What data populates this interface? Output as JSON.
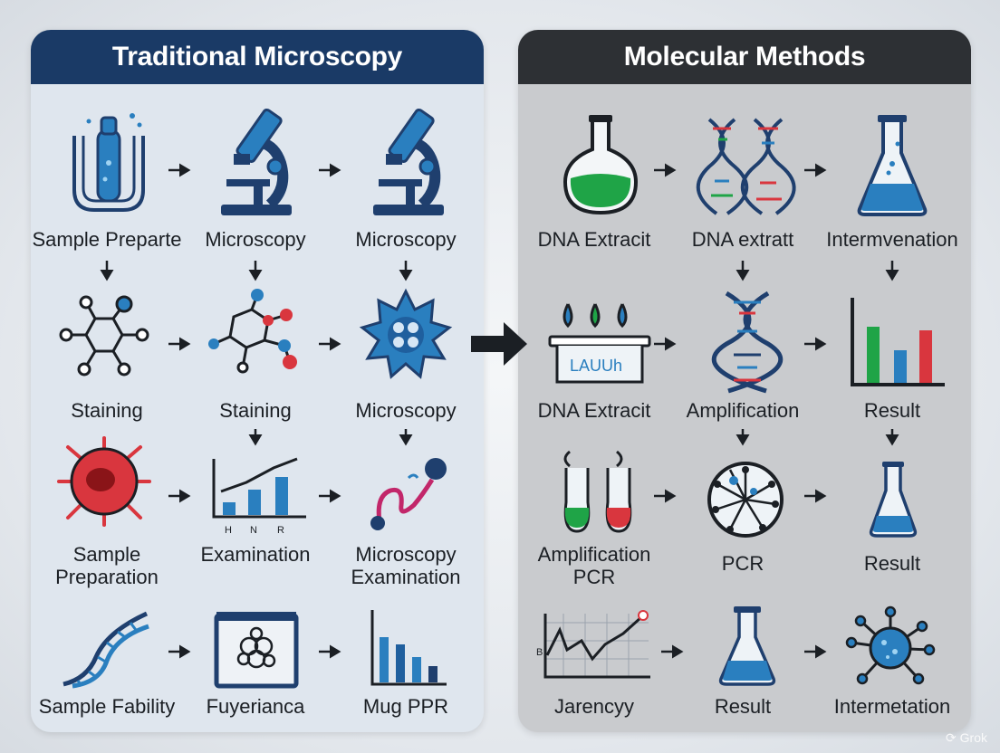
{
  "left_panel": {
    "title": "Traditional Microscopy",
    "nodes": [
      {
        "id": "L1",
        "label": "Sample Preparte",
        "icon": "test-tube-bath-icon"
      },
      {
        "id": "L2",
        "label": "Microscopy",
        "icon": "microscope-icon"
      },
      {
        "id": "L3",
        "label": "Microscopy",
        "icon": "microscope-icon"
      },
      {
        "id": "L4",
        "label": "Staining",
        "icon": "molecule-network-icon"
      },
      {
        "id": "L5",
        "label": "Staining",
        "icon": "molecule-network-icon"
      },
      {
        "id": "L6",
        "label": "Microscopy",
        "icon": "blue-cell-flower-icon"
      },
      {
        "id": "L7",
        "label": "Sample\nPreparation",
        "icon": "red-cell-icon"
      },
      {
        "id": "L8",
        "label": "Examination",
        "icon": "trend-chart-icon"
      },
      {
        "id": "L9",
        "label": "Microscopy\nExamination",
        "icon": "probe-icon"
      },
      {
        "id": "L10",
        "label": "Sample Fability",
        "icon": "dna-strand-icon"
      },
      {
        "id": "L11",
        "label": "Fuyerianca",
        "icon": "slide-image-icon"
      },
      {
        "id": "L12",
        "label": "Mug PPR",
        "icon": "bar-chart-icon"
      }
    ],
    "chart_ticks": [
      "H",
      "N",
      "R"
    ]
  },
  "right_panel": {
    "title": "Molecular Methods",
    "nodes": [
      {
        "id": "R1",
        "label": "DNA Extracit",
        "icon": "green-flask-icon"
      },
      {
        "id": "R2",
        "label": "DNA extratt",
        "icon": "double-helix-icon"
      },
      {
        "id": "R3",
        "label": "Intermvenation",
        "icon": "blue-erlenmeyer-icon"
      },
      {
        "id": "R4",
        "label": "DNA Extracit",
        "icon": "gel-tray-icon"
      },
      {
        "id": "R5",
        "label": "Amplification",
        "icon": "dna-helix-icon"
      },
      {
        "id": "R6",
        "label": "Result",
        "icon": "result-bar-chart-icon"
      },
      {
        "id": "R7",
        "label": "Amplification\nPCR",
        "icon": "test-tubes-icon"
      },
      {
        "id": "R8",
        "label": "PCR",
        "icon": "virus-icon"
      },
      {
        "id": "R9",
        "label": "Result",
        "icon": "blue-erlenmeyer-icon"
      },
      {
        "id": "R10",
        "label": "Jarencyy",
        "icon": "line-graph-icon"
      },
      {
        "id": "R11",
        "label": "Result",
        "icon": "blue-erlenmeyer-icon"
      },
      {
        "id": "R12",
        "label": "Intermetation",
        "icon": "network-node-icon"
      }
    ],
    "gel_text": "LAUUh",
    "graph_tick": "B"
  },
  "watermark": "Grok",
  "colors": {
    "left_header": "#1a3a66",
    "right_header": "#2d3034",
    "icon_navy": "#1f3f6e",
    "icon_blue": "#2a7fbf",
    "icon_red": "#d9363e",
    "icon_green": "#1fa447",
    "arrow": "#1b1f24"
  }
}
